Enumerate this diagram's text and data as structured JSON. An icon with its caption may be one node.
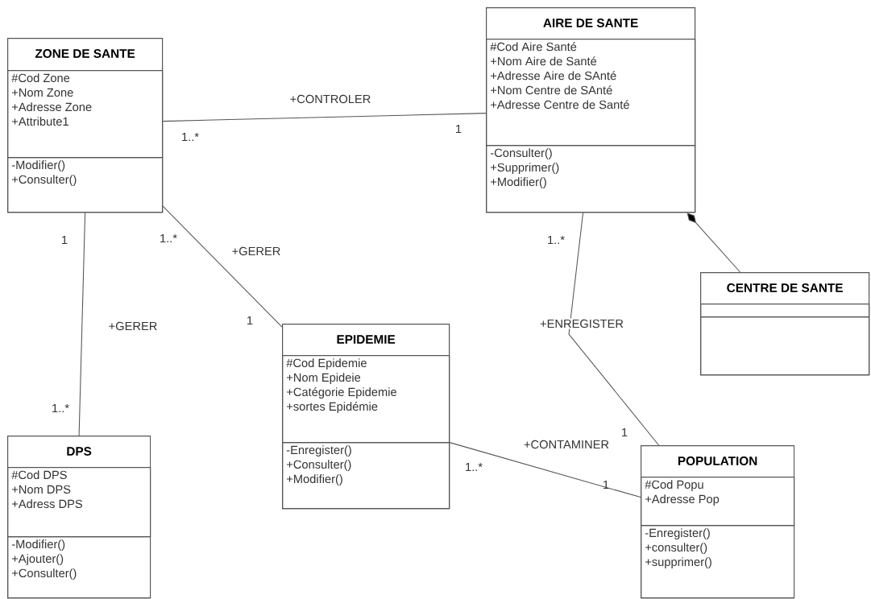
{
  "diagram": {
    "nodes": [
      {
        "text": [
          "ZONE DE SANTE"
        ]
      },
      {
        "text": [
          "#Cod Zone",
          "+Nom Zone",
          "+Adresse Zone",
          "+Attribute1"
        ],
        "in": 0
      },
      {
        "text": [
          "-Modifier()",
          "+Consulter()"
        ],
        "in": 0
      },
      {
        "text": [
          "AIRE DE SANTE"
        ]
      },
      {
        "text": [
          "#Cod Aire Santé",
          "+Nom Aire de Santé",
          "+Adresse Aire de SAnté",
          "+Nom Centre de SAnté",
          "+Adresse Centre de Santé"
        ],
        "in": 3
      },
      {
        "text": [
          "-Consulter()",
          "+Supprimer()",
          "+Modifier()"
        ],
        "in": 3
      },
      {
        "text": [
          "CENTRE DE SANTE"
        ]
      },
      {
        "text": [],
        "shape": "box",
        "in": 6
      },
      {
        "text": [],
        "shape": "box",
        "in": 6
      },
      {
        "text": [
          "EPIDEMIE"
        ]
      },
      {
        "text": [
          "#Cod Epidemie",
          "+Nom Epideie",
          "+Catégorie Epidemie",
          "+sortes Epidémie"
        ],
        "in": 9
      },
      {
        "text": [
          "-Enregister()",
          "+Consulter()",
          "+Modifier()"
        ],
        "in": 9
      },
      {
        "text": [
          "DPS"
        ]
      },
      {
        "text": [
          "#Cod DPS",
          "+Nom DPS",
          "+Adress DPS"
        ],
        "in": 12
      },
      {
        "text": [
          "-Modifier()",
          "+Ajouter()",
          "+Consulter()"
        ],
        "in": 12
      },
      {
        "text": [
          "POPULATION"
        ]
      },
      {
        "text": [
          "#Cod Popu",
          "+Adresse Pop"
        ],
        "in": 15
      },
      {
        "text": [
          "-Enregister()",
          "+consulter()",
          "+supprimer()"
        ],
        "in": 15
      }
    ],
    "edges": [
      {
        "from": 0,
        "to": 3,
        "arrow": "none",
        "label": "+CONTROLER"
      },
      {
        "from": 0,
        "to": 12,
        "arrow": "none",
        "label": "+GERER"
      },
      {
        "from": 0,
        "to": 9,
        "arrow": "none",
        "label": "+GERER"
      },
      {
        "from": 3,
        "to": 15,
        "arrow": "none",
        "label": "+ENREGISTER"
      },
      {
        "from": 9,
        "to": 15,
        "arrow": "none",
        "label": "+CONTAMINER"
      },
      {
        "from": 6,
        "to": 3,
        "arrow": "other"
      }
    ],
    "labels": [
      "1",
      "1..*",
      "1..*",
      "1",
      "1..*",
      "1",
      "1..*",
      "1",
      "1..*",
      "1"
    ]
  }
}
